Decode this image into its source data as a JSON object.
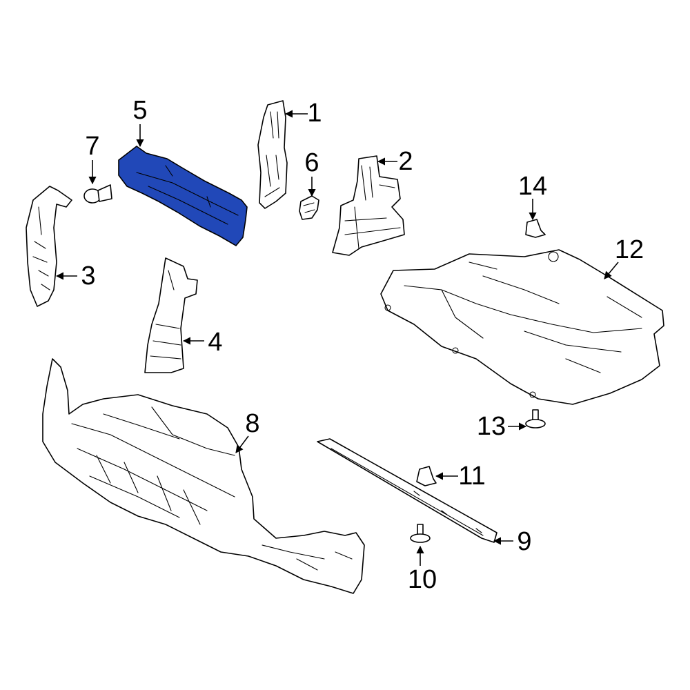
{
  "highlight_color": "#2148b8",
  "highlighted_part": "5",
  "callouts": {
    "c1": "1",
    "c2": "2",
    "c3": "3",
    "c4": "4",
    "c5": "5",
    "c6": "6",
    "c7": "7",
    "c8": "8",
    "c9": "9",
    "c10": "10",
    "c11": "11",
    "c12": "12",
    "c13": "13",
    "c14": "14"
  }
}
